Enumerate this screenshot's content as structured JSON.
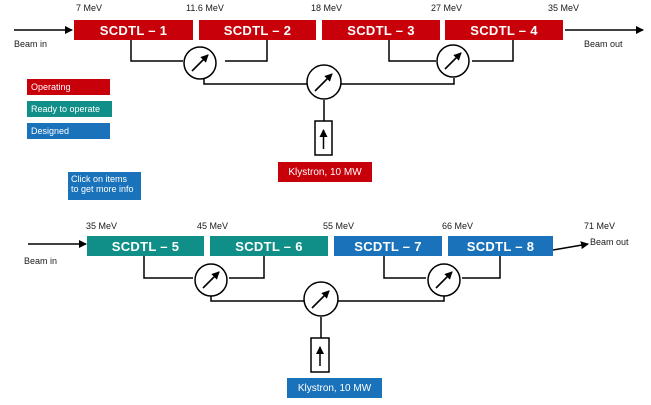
{
  "line1": {
    "energies": [
      "7 MeV",
      "11.6 MeV",
      "18 MeV",
      "27 MeV",
      "35 MeV"
    ],
    "beam_in": "Beam in",
    "beam_out": "Beam out",
    "modules": [
      "SCDTL – 1",
      "SCDTL – 2",
      "SCDTL – 3",
      "SCDTL – 4"
    ],
    "klystron": "Klystron, 10 MW",
    "status": "Operating"
  },
  "line2": {
    "energies": [
      "35 MeV",
      "45 MeV",
      "55 MeV",
      "66 MeV",
      "71 MeV"
    ],
    "beam_in": "Beam in",
    "beam_out": "Beam out",
    "modules": [
      "SCDTL – 5",
      "SCDTL – 6",
      "SCDTL – 7",
      "SCDTL – 8"
    ],
    "klystron": "Klystron, 10 MW",
    "status": [
      "Ready to operate",
      "Ready to operate",
      "Designed",
      "Designed"
    ]
  },
  "legend": {
    "operating": "Operating",
    "ready": "Ready to operate",
    "designed": "Designed"
  },
  "info": {
    "line1": "Click on items",
    "line2": "to get more info"
  },
  "colors": {
    "operating": "#c8000a",
    "ready": "#0f8f87",
    "designed": "#1a73ba"
  }
}
